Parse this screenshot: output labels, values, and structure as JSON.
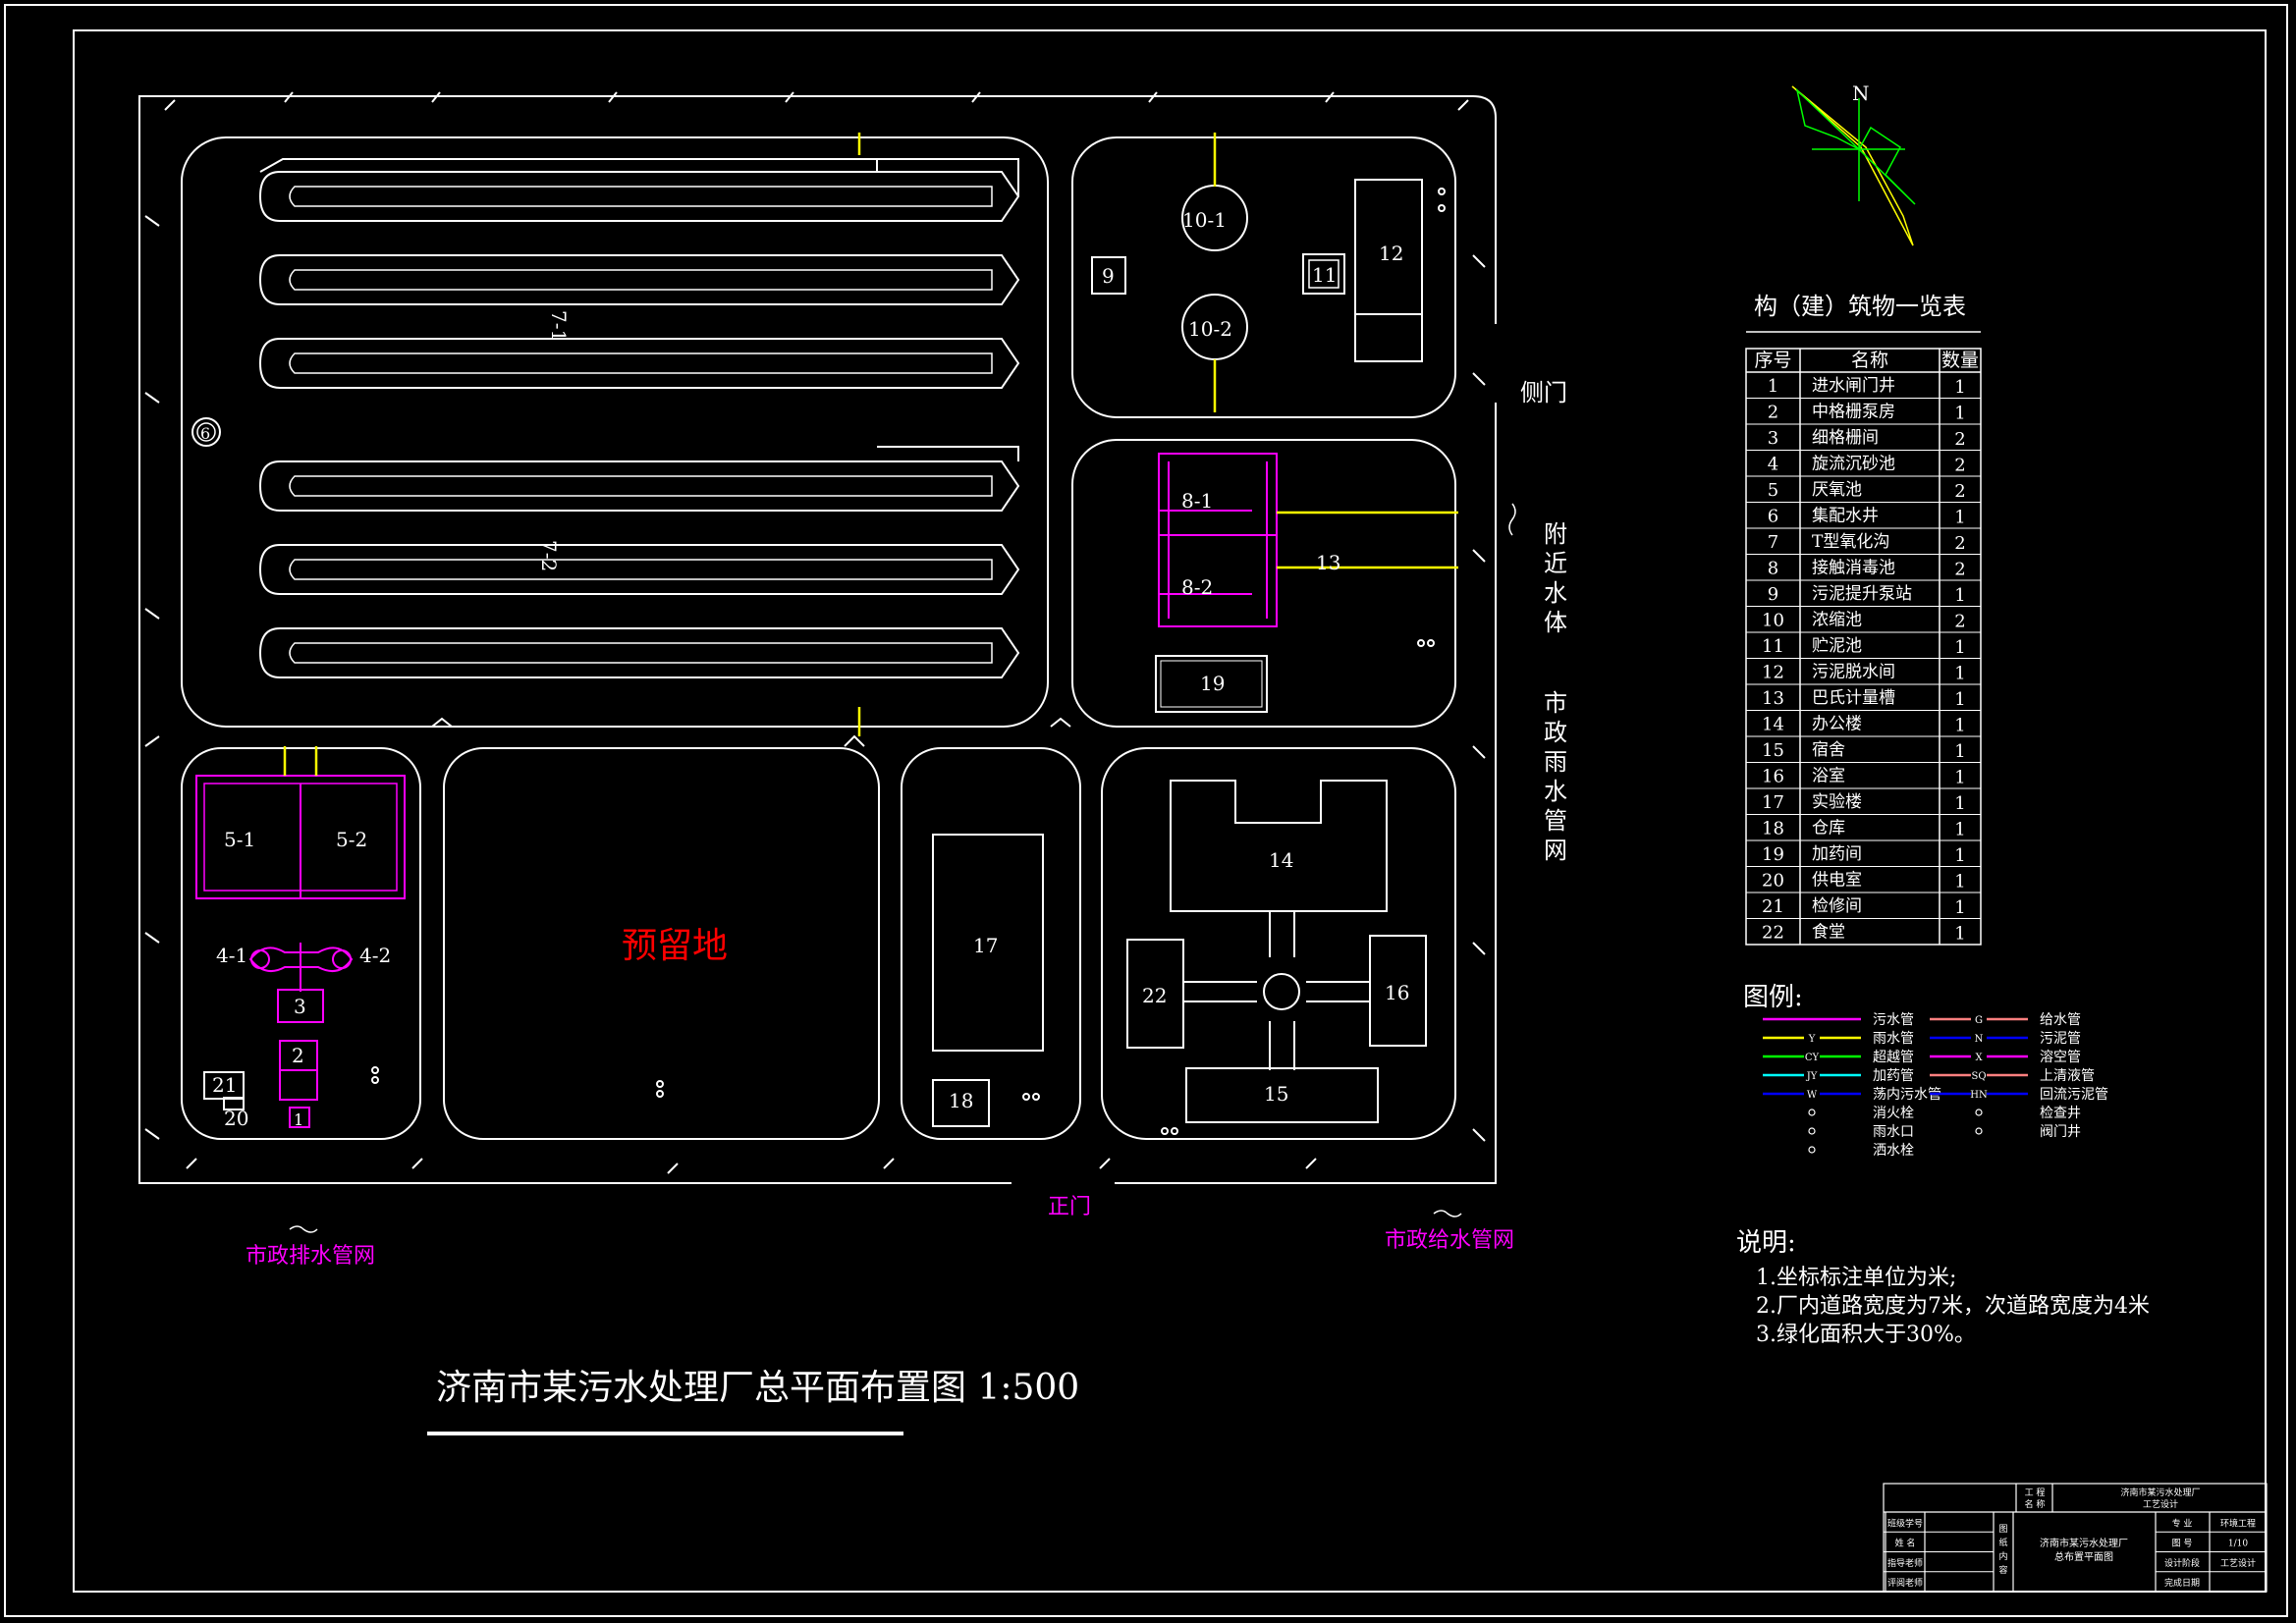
{
  "title": "济南市某污水处理厂总平面布置图 1:500",
  "reserved_land": "预留地",
  "gates": {
    "side_gate": "侧门",
    "main_gate": "正门"
  },
  "surroundings": {
    "water_body": "附近水体",
    "storm_network": "市政雨水管网",
    "drain_network": "市政排水管网",
    "supply_network": "市政给水管网"
  },
  "compass": {
    "north": "N"
  },
  "labels": {
    "ox1": "7-1",
    "ox2": "7-2",
    "well6": "6",
    "t10a": "10-1",
    "t10b": "10-2",
    "b9": "9",
    "b11": "11",
    "b12": "12",
    "b13": "13",
    "c81": "8-1",
    "c82": "8-2",
    "b19": "19",
    "a51": "5-1",
    "a52": "5-2",
    "g41": "4-1",
    "g42": "4-2",
    "b3": "3",
    "b2": "2",
    "b1": "1",
    "b21": "21",
    "b20": "20",
    "b17": "17",
    "b18": "18",
    "b14": "14",
    "b22": "22",
    "b16": "16",
    "b15": "15"
  },
  "structures_table": {
    "title": "构（建）筑物一览表",
    "headers": [
      "序号",
      "名称",
      "数量"
    ],
    "rows": [
      [
        "1",
        "进水闸门井",
        "1"
      ],
      [
        "2",
        "中格栅泵房",
        "1"
      ],
      [
        "3",
        "细格栅间",
        "2"
      ],
      [
        "4",
        "旋流沉砂池",
        "2"
      ],
      [
        "5",
        "厌氧池",
        "2"
      ],
      [
        "6",
        "集配水井",
        "1"
      ],
      [
        "7",
        "T型氧化沟",
        "2"
      ],
      [
        "8",
        "接触消毒池",
        "2"
      ],
      [
        "9",
        "污泥提升泵站",
        "1"
      ],
      [
        "10",
        "浓缩池",
        "2"
      ],
      [
        "11",
        "贮泥池",
        "1"
      ],
      [
        "12",
        "污泥脱水间",
        "1"
      ],
      [
        "13",
        "巴氏计量槽",
        "1"
      ],
      [
        "14",
        "办公楼",
        "1"
      ],
      [
        "15",
        "宿舍",
        "1"
      ],
      [
        "16",
        "浴室",
        "1"
      ],
      [
        "17",
        "实验楼",
        "1"
      ],
      [
        "18",
        "仓库",
        "1"
      ],
      [
        "19",
        "加药间",
        "1"
      ],
      [
        "20",
        "供电室",
        "1"
      ],
      [
        "21",
        "检修间",
        "1"
      ],
      [
        "22",
        "食堂",
        "1"
      ]
    ]
  },
  "legend": {
    "title": "图例:",
    "left": [
      {
        "code": "",
        "label": "污水管",
        "color": "#ff00ff"
      },
      {
        "code": "Y",
        "label": "雨水管",
        "color": "#ffff00"
      },
      {
        "code": "CY",
        "label": "超越管",
        "color": "#00ff00"
      },
      {
        "code": "JY",
        "label": "加药管",
        "color": "#00ffff"
      },
      {
        "code": "W",
        "label": "荡内污水管",
        "color": "#0000ff"
      },
      {
        "code": "",
        "label": "消火栓",
        "color": "#ffffff"
      },
      {
        "code": "",
        "label": "雨水口",
        "color": "#ffffff"
      },
      {
        "code": "",
        "label": "洒水栓",
        "color": "#ffffff"
      }
    ],
    "right": [
      {
        "code": "G",
        "label": "给水管",
        "color": "#ff8080"
      },
      {
        "code": "N",
        "label": "污泥管",
        "color": "#0000ff"
      },
      {
        "code": "X",
        "label": "溶空管",
        "color": "#ff00ff"
      },
      {
        "code": "SQ",
        "label": "上清液管",
        "color": "#ff8080"
      },
      {
        "code": "HN",
        "label": "回流污泥管",
        "color": "#0000ff"
      },
      {
        "code": "",
        "label": "检查井",
        "color": "#ffffff"
      },
      {
        "code": "",
        "label": "阀门井",
        "color": "#ffffff"
      }
    ]
  },
  "notes": {
    "title": "说明:",
    "items": [
      "1.坐标标注单位为米;",
      "2.厂内道路宽度为7米，次道路宽度为4米",
      "3.绿化面积大于30%。"
    ]
  },
  "title_block": {
    "project_label": "工 程\n名 称",
    "project": "济南市某污水处理厂\n工艺设计",
    "left_rows": [
      "班级学号",
      "姓 名",
      "指导老师",
      "评阅老师"
    ],
    "content_label": "图纸内容",
    "content": "济南市某污水处理厂\n总布置平面图",
    "right_rows": [
      [
        "专 业",
        "环境工程"
      ],
      [
        "图 号",
        "1/10"
      ],
      [
        "设计阶段",
        "工艺设计"
      ],
      [
        "完成日期",
        ""
      ]
    ]
  },
  "colors": {
    "line": "#ffffff",
    "magenta": "#ff00ff",
    "yellow": "#ffff00",
    "red": "#ff0000",
    "compass_green": "#00ff00"
  }
}
